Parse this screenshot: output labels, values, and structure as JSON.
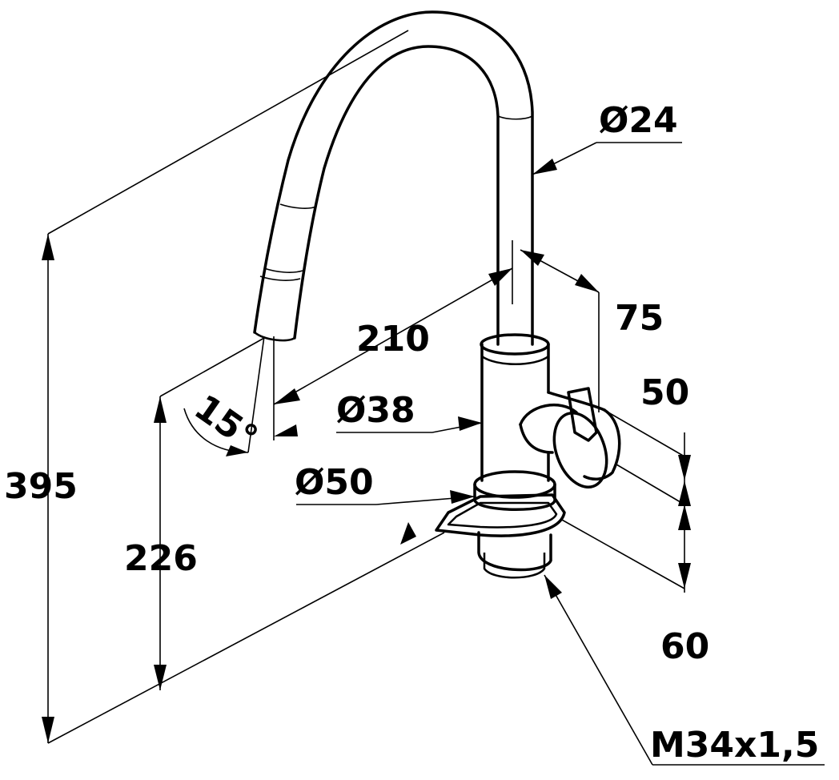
{
  "title": "Faucet dimension drawing",
  "dimensions": {
    "spout_diameter": "Ø24",
    "spout_reach_offset": "75",
    "spout_reach": "210",
    "handle_offset": "50",
    "body_diameter": "Ø38",
    "swivel_angle": "15°",
    "base_diameter": "Ø50",
    "total_height": "395",
    "outlet_height": "226",
    "handle_height": "60",
    "thread": "M34x1,5"
  }
}
